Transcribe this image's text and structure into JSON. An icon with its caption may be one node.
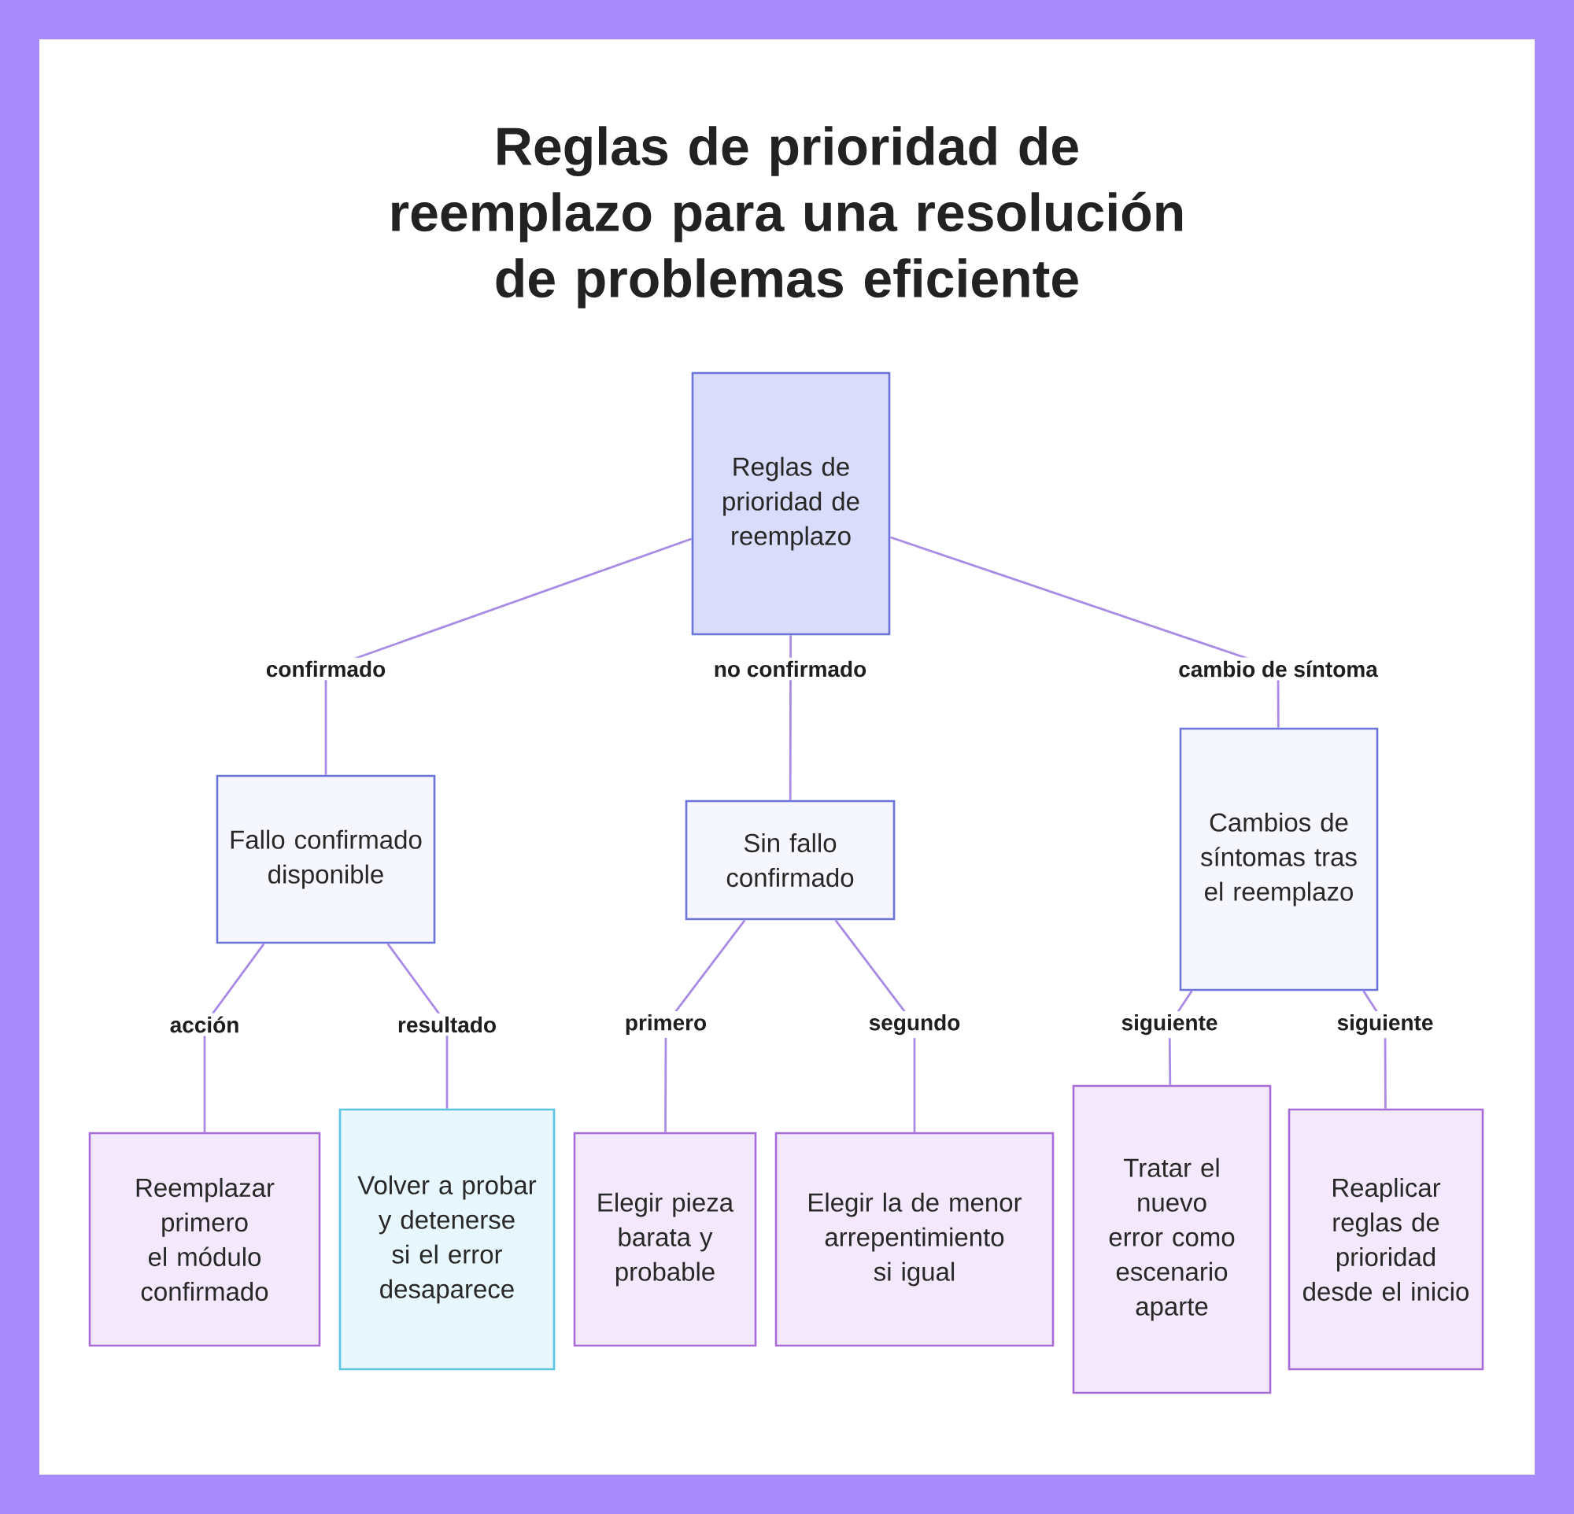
{
  "diagram": {
    "title": "Reglas de prioridad de reemplazo para una resolución de problemas eficiente",
    "nodes": [
      {
        "text": [
          "Reglas de prioridad de reemplazo"
        ]
      },
      {
        "text": [
          "Fallo confirmado disponible"
        ]
      },
      {
        "text": [
          "Sin fallo confirmado"
        ]
      },
      {
        "text": [
          "Cambios de síntomas tras el reemplazo"
        ]
      },
      {
        "text": [
          "Reemplazar primero el módulo confirmado"
        ]
      },
      {
        "text": [
          "Volver a probar y detenerse si el error desaparece"
        ]
      },
      {
        "text": [
          "Elegir pieza barata y probable"
        ]
      },
      {
        "text": [
          "Elegir la de menor arrepentimiento si igual"
        ]
      },
      {
        "text": [
          "Tratar el nuevo error como escenario aparte"
        ]
      },
      {
        "text": [
          "Reaplicar reglas de prioridad desde el inicio"
        ]
      }
    ],
    "edges": [
      {
        "from": 0,
        "to": 1,
        "arrow": "none",
        "label": "confirmado"
      },
      {
        "from": 0,
        "to": 2,
        "arrow": "none",
        "label": "no confirmado"
      },
      {
        "from": 0,
        "to": 3,
        "arrow": "none",
        "label": "cambio de síntoma"
      },
      {
        "from": 1,
        "to": 4,
        "arrow": "none",
        "label": "acción"
      },
      {
        "from": 1,
        "to": 5,
        "arrow": "none",
        "label": "resultado"
      },
      {
        "from": 2,
        "to": 6,
        "arrow": "none",
        "label": "primero"
      },
      {
        "from": 2,
        "to": 7,
        "arrow": "none",
        "label": "segundo"
      },
      {
        "from": 3,
        "to": 8,
        "arrow": "none",
        "label": "siguiente"
      },
      {
        "from": 3,
        "to": 9,
        "arrow": "none",
        "label": "siguiente"
      }
    ]
  }
}
